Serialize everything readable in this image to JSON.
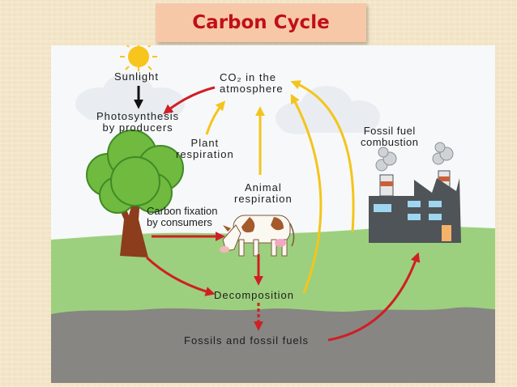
{
  "slide": {
    "title": "Carbon Cycle"
  },
  "diagram": {
    "labels": {
      "sunlight": "Sunlight",
      "co2": "CO₂ in the\natmosphere",
      "photosynthesis": "Photosynthesis\nby producers",
      "plant_respiration": "Plant\nrespiration",
      "animal_respiration": "Animal\nrespiration",
      "fossil_fuel_combustion": "Fossil fuel\ncombustion",
      "carbon_fixation": "Carbon fixation\nby consumers",
      "decomposition": "Decomposition",
      "fossils": "Fossils and fossil fuels"
    },
    "colors": {
      "sky": "#f7f8f9",
      "grass": "#9dd07e",
      "soil": "#878683",
      "red_arrow": "#cf1f25",
      "yellow_arrow": "#f3c51c",
      "tree_foliage": "#6fba3f",
      "trunk": "#8b3d1c",
      "factory": "#4e5458",
      "sun": "#f8c51d"
    },
    "icons": [
      "sun-icon",
      "tree-icon",
      "cow-icon",
      "factory-icon",
      "cloud-icon"
    ]
  }
}
